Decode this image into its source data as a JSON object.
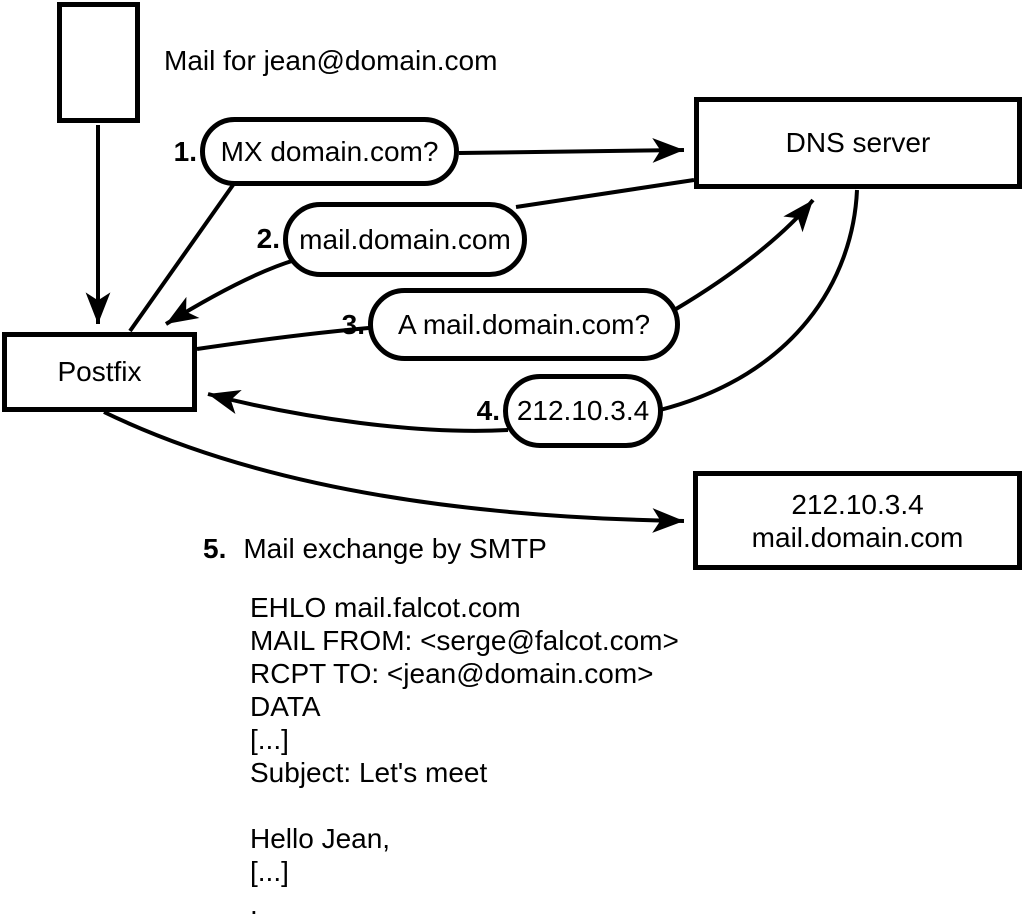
{
  "nodes": {
    "mail_source": {
      "label": "Mail for jean@domain.com"
    },
    "postfix": {
      "label": "Postfix"
    },
    "dns_server": {
      "label": "DNS server"
    },
    "mail_server": {
      "line1": "212.10.3.4",
      "line2": "mail.domain.com"
    }
  },
  "steps": [
    {
      "num": "1.",
      "label": "MX domain.com?"
    },
    {
      "num": "2.",
      "label": "mail.domain.com"
    },
    {
      "num": "3.",
      "label": "A mail.domain.com?"
    },
    {
      "num": "4.",
      "label": "212.10.3.4"
    },
    {
      "num": "5.",
      "label": "Mail exchange by SMTP"
    }
  ],
  "smtp_session": {
    "lines": [
      "EHLO mail.falcot.com",
      "MAIL FROM: <serge@falcot.com>",
      "RCPT TO: <jean@domain.com>",
      "DATA",
      "[...]",
      "Subject: Let's meet",
      "",
      "Hello Jean,",
      "[...]",
      "."
    ]
  },
  "colors": {
    "stroke": "#000000",
    "background": "#ffffff"
  }
}
